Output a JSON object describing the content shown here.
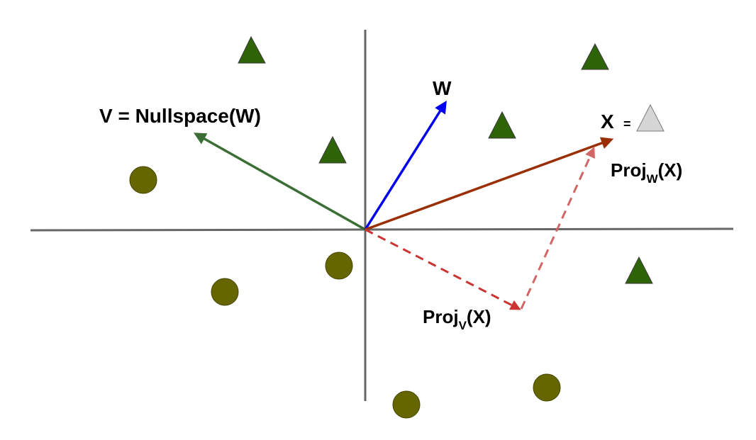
{
  "labels": {
    "v_label": "V = Nullspace(W)",
    "w_label": "W",
    "x_label": "X",
    "x_equals": "=",
    "proj_w_main": "Proj",
    "proj_w_sub": "W",
    "proj_w_arg": "(X)",
    "proj_v_main": "Proj",
    "proj_v_sub": "V",
    "proj_v_arg": "(X)"
  },
  "colors": {
    "axis": "#666666",
    "triangle_fill": "#2e6307",
    "circle_fill": "#666600",
    "x_triangle_fill": "#d6d6d6",
    "vector_w": "#0000ee",
    "vector_v": "#3a6e34",
    "vector_x": "#9b2f04",
    "proj_v": "#cc3333",
    "proj_w": "#d06666"
  },
  "icons": {
    "class_a_marker": "triangle",
    "class_b_marker": "circle"
  }
}
